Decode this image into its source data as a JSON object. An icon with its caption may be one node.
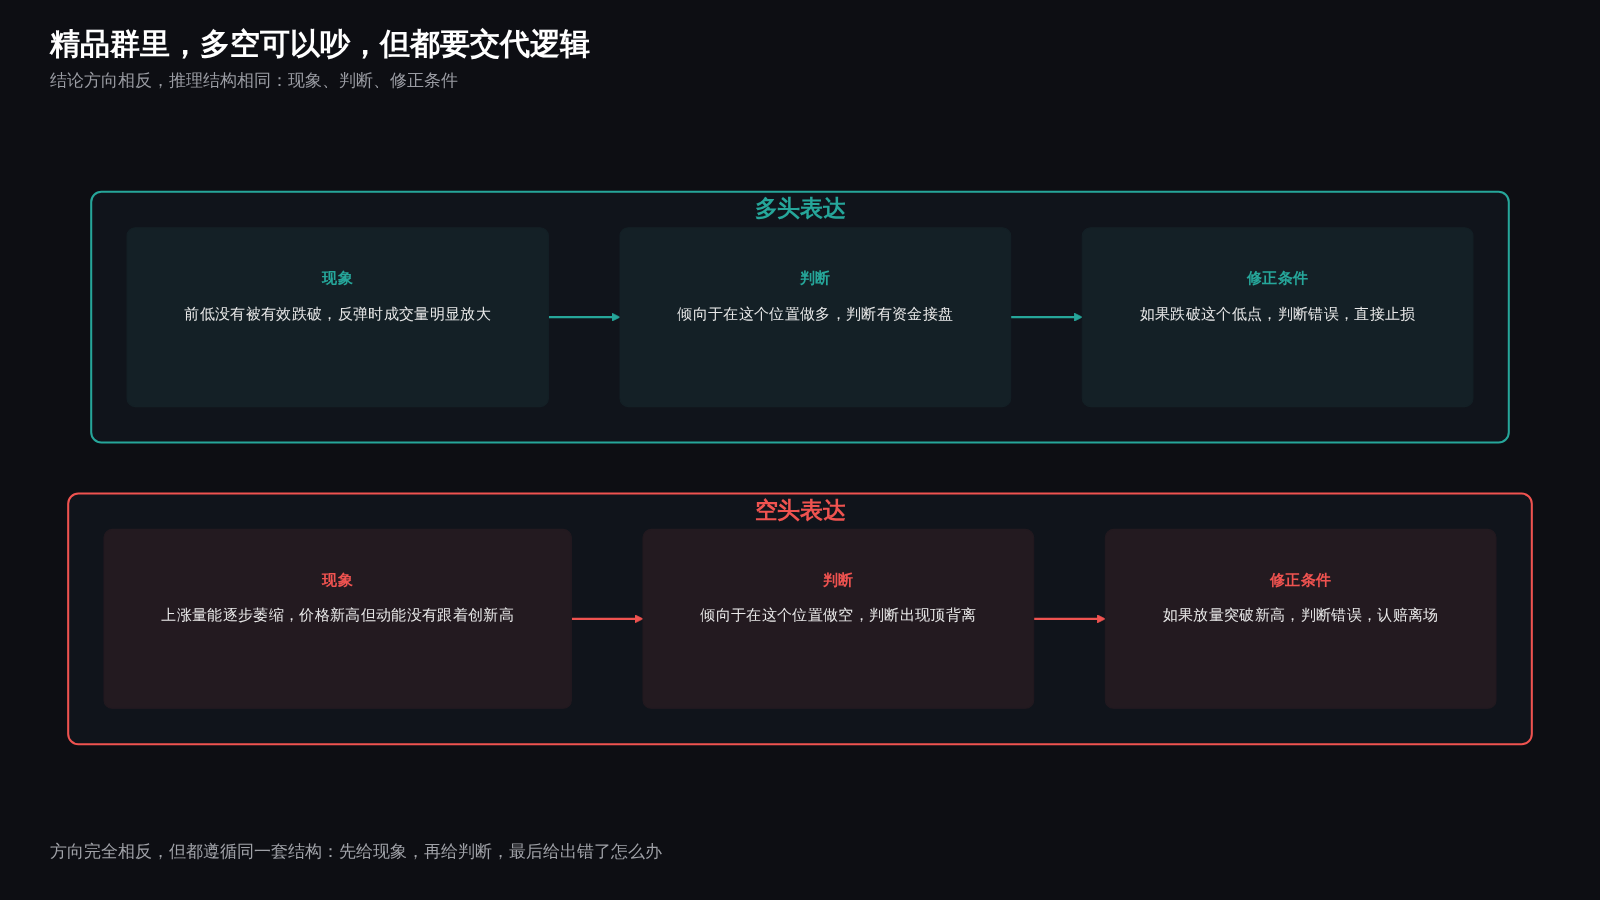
{
  "diagram": {
    "title": "精品群里，多空可以吵，但都要交代逻辑",
    "caption": "方向完全相反，但都遵循同一套结构：先给现象，再给判断，最后给出错了怎么办",
    "nodes": [
      {
        "text": [
          "多头表达"
        ]
      },
      {
        "text": [
          "现象",
          "前低没有被有效跌破，反弹时成交量明显放大"
        ],
        "in": 0
      },
      {
        "text": [
          "判断",
          "倾向于在这个位置做多，判断有资金接盘"
        ],
        "in": 0
      },
      {
        "text": [
          "修正条件",
          "如果跌破这个低点，判断错误，直接止损"
        ],
        "in": 0
      },
      {
        "text": [
          "空头表达"
        ]
      },
      {
        "text": [
          "现象",
          "上涨量能逐步萎缩，价格新高但动能没有跟着创新高"
        ],
        "in": 4
      },
      {
        "text": [
          "判断",
          "倾向于在这个位置做空，判断出现顶背离"
        ],
        "in": 4
      },
      {
        "text": [
          "修正条件",
          "如果放量突破新高，判断错误，认赔离场"
        ],
        "in": 4
      }
    ],
    "edges": [
      {
        "from": 1,
        "to": 2,
        "arrow": "to",
        "color": "#26a69a"
      },
      {
        "from": 2,
        "to": 3,
        "arrow": "to",
        "color": "#26a69a"
      },
      {
        "from": 5,
        "to": 6,
        "arrow": "to",
        "color": "#ef5350"
      },
      {
        "from": 6,
        "to": 7,
        "arrow": "to",
        "color": "#ef5350"
      }
    ],
    "labels": [
      "结论方向相反，推理结构相同：现象、判断、修正条件"
    ]
  }
}
